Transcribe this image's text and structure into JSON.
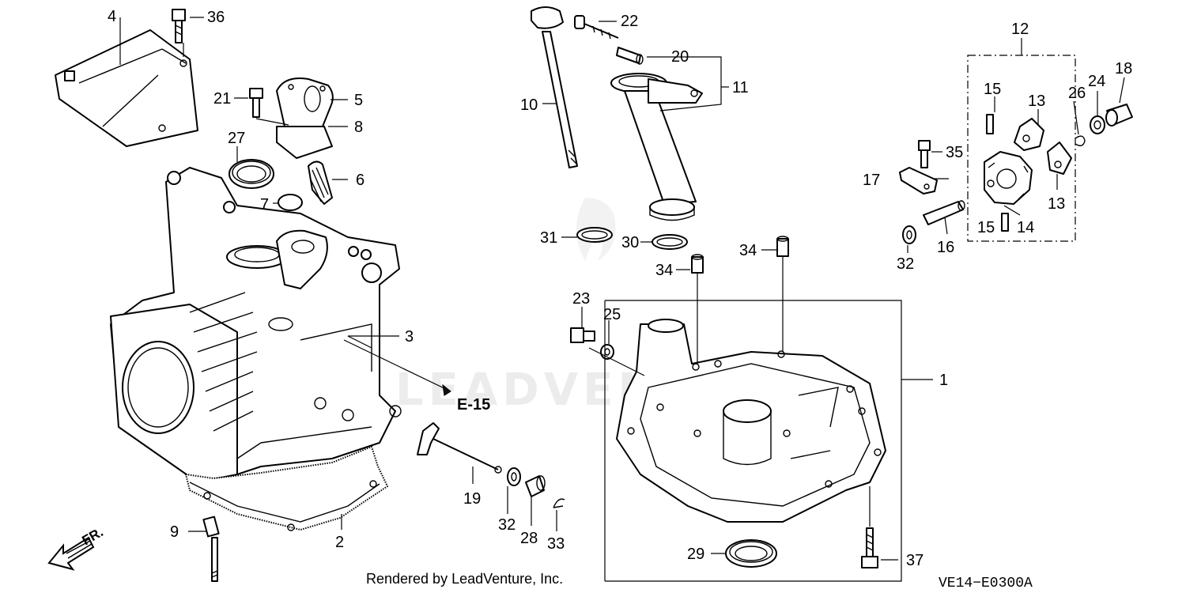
{
  "diagram": {
    "callouts": {
      "p1": "1",
      "p2": "2",
      "p3": "3",
      "p4": "4",
      "p5": "5",
      "p6": "6",
      "p7": "7",
      "p8": "8",
      "p9": "9",
      "p10": "10",
      "p11": "11",
      "p12": "12",
      "p13a": "13",
      "p13b": "13",
      "p14": "14",
      "p15a": "15",
      "p15b": "15",
      "p16": "16",
      "p17": "17",
      "p18": "18",
      "p19": "19",
      "p20": "20",
      "p21": "21",
      "p22": "22",
      "p23": "23",
      "p24": "24",
      "p25": "25",
      "p26": "26",
      "p27": "27",
      "p28": "28",
      "p29": "29",
      "p30": "30",
      "p31": "31",
      "p32a": "32",
      "p32b": "32",
      "p33": "33",
      "p34a": "34",
      "p34b": "34",
      "p35": "35",
      "p36": "36",
      "p37": "37"
    },
    "reference_label": "E-15",
    "direction_label": "FR.",
    "credit": "Rendered by LeadVenture, Inc.",
    "diagram_code": "VE14−E0300A",
    "watermark": "LEADVENTURE"
  }
}
